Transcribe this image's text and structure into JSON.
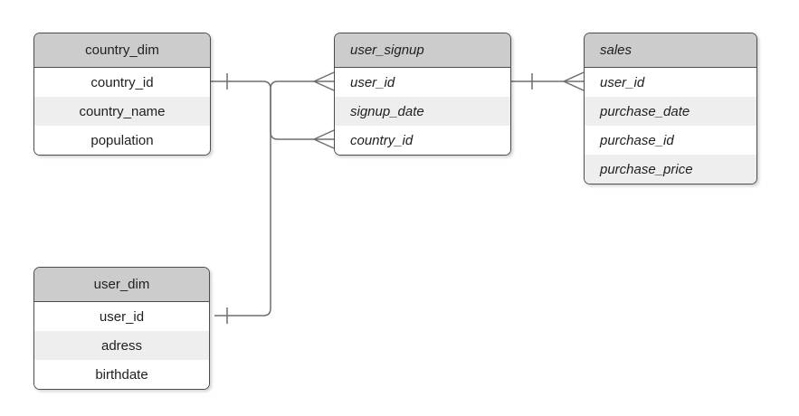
{
  "colors": {
    "background": "#ffffff",
    "header_fill": "#cccccc",
    "row_fill": "#ffffff",
    "row_alt_fill": "#eeeeee",
    "table_border": "#4d4d4d",
    "connector": "#6e6e6e",
    "text": "#1f1f1f"
  },
  "tables": [
    {
      "name": "country_dim",
      "text_style": "plain",
      "fields": [
        "country_id",
        "country_name",
        "population"
      ]
    },
    {
      "name": "user_signup",
      "text_style": "italic",
      "fields": [
        "user_id",
        "signup_date",
        "country_id"
      ]
    },
    {
      "name": "sales",
      "text_style": "italic",
      "fields": [
        "user_id",
        "purchase_date",
        "purchase_id",
        "purchase_price"
      ]
    },
    {
      "name": "user_dim",
      "text_style": "plain",
      "fields": [
        "user_id",
        "adress",
        "birthdate"
      ]
    }
  ],
  "relationships": [
    {
      "from": "country_dim.country_id",
      "to": "user_signup.country_id",
      "from_cardinality": "one",
      "to_cardinality": "many"
    },
    {
      "from": "user_dim.user_id",
      "to": "user_signup.user_id",
      "from_cardinality": "one",
      "to_cardinality": "many"
    },
    {
      "from": "user_signup.user_id",
      "to": "sales.user_id",
      "from_cardinality": "one",
      "to_cardinality": "many"
    }
  ]
}
